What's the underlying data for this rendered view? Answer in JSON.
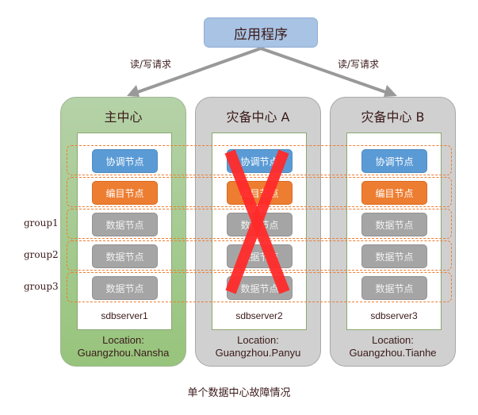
{
  "application": {
    "label": "应用程序",
    "color": "#a8c3e3"
  },
  "request_labels": [
    "读/写请求",
    "读/写请求"
  ],
  "centers": [
    {
      "title": "主中心",
      "style": "green",
      "failed": false,
      "server": "sdbserver1",
      "location_label": "Location:",
      "location": "Guangzhou.Nansha",
      "nodes": [
        "协调节点",
        "编目节点",
        "数据节点",
        "数据节点",
        "数据节点"
      ]
    },
    {
      "title": "灾备中心 A",
      "style": "gray",
      "failed": true,
      "server": "sdbserver2",
      "location_label": "Location:",
      "location": "Guangzhou.Panyu",
      "nodes": [
        "协调节点",
        "编目节点",
        "数据节点",
        "数据节点",
        "数据节点"
      ]
    },
    {
      "title": "灾备中心 B",
      "style": "gray",
      "failed": false,
      "server": "sdbserver3",
      "location_label": "Location:",
      "location": "Guangzhou.Tianhe",
      "nodes": [
        "协调节点",
        "编目节点",
        "数据节点",
        "数据节点",
        "数据节点"
      ]
    }
  ],
  "groups": [
    "group1",
    "group2",
    "group3"
  ],
  "node_colors": {
    "coord": "#5b9bd5",
    "catalog": "#ed7d31",
    "data": "#a5a5a5"
  },
  "failure_mark": {
    "symbol": "X",
    "color": "#ff2a2a"
  },
  "caption": "单个数据中心故障情况"
}
